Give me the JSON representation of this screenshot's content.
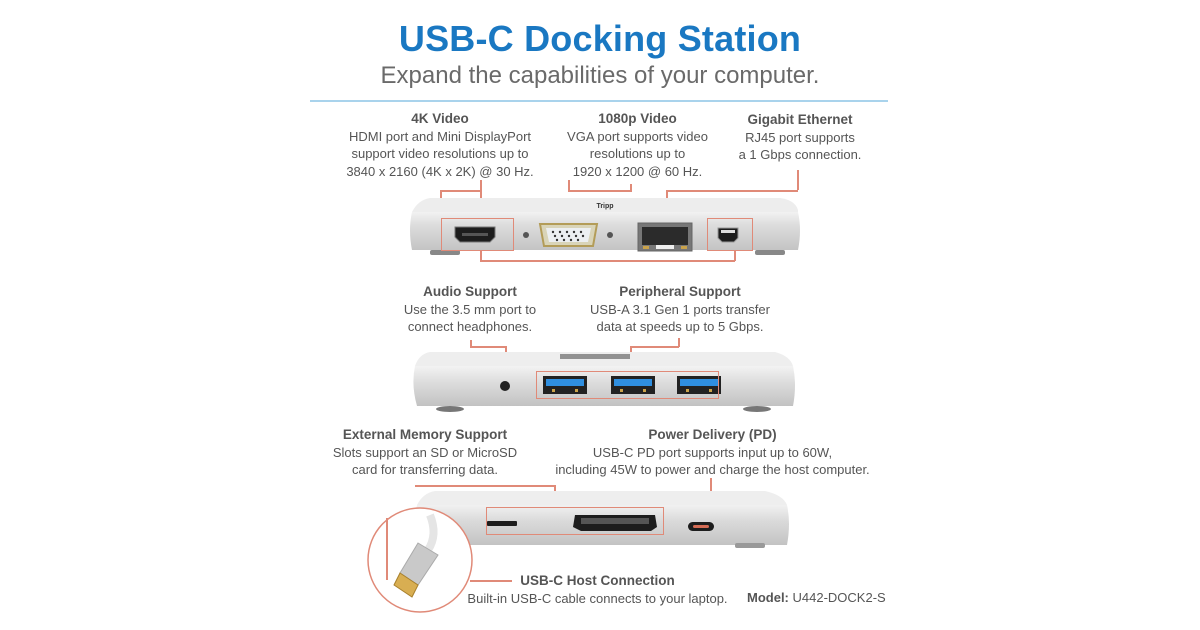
{
  "header": {
    "title": "USB-C Docking Station",
    "subtitle": "Expand the capabilities of your computer."
  },
  "colors": {
    "title": "#1a78c2",
    "rule": "#a9d3ec",
    "callout_line": "#e08a78",
    "text": "#555555",
    "usb_blue": "#2f8fe0"
  },
  "callouts": {
    "video_4k": {
      "heading": "4K Video",
      "lines": [
        "HDMI port and Mini DisplayPort",
        "support video resolutions up to",
        "3840 x 2160 (4K x 2K) @ 30 Hz."
      ]
    },
    "video_1080p": {
      "heading": "1080p Video",
      "lines": [
        "VGA port supports video",
        "resolutions up to",
        "1920 x 1200 @ 60 Hz."
      ]
    },
    "ethernet": {
      "heading": "Gigabit Ethernet",
      "lines": [
        "RJ45 port supports",
        "a 1 Gbps connection."
      ]
    },
    "audio": {
      "heading": "Audio Support",
      "lines": [
        "Use the 3.5 mm port to",
        "connect headphones."
      ]
    },
    "peripheral": {
      "heading": "Peripheral Support",
      "lines": [
        "USB-A 3.1 Gen 1 ports transfer",
        "data at speeds up to 5 Gbps."
      ]
    },
    "memory": {
      "heading": "External Memory Support",
      "lines": [
        "Slots support an SD or MicroSD",
        "card for transferring data."
      ]
    },
    "power": {
      "heading": "Power Delivery (PD)",
      "lines": [
        "USB-C PD port supports input up to 60W,",
        "including 45W to power and charge the host computer."
      ]
    },
    "host": {
      "heading": "USB-C Host Connection",
      "lines": [
        "Built-in USB-C cable connects to your laptop."
      ]
    }
  },
  "model": {
    "label": "Model:",
    "value": "U442-DOCK2-S"
  },
  "icons": {
    "dock_front": "docking-station-front-view",
    "dock_side": "docking-station-side-view",
    "dock_back": "docking-station-back-view",
    "cable": "usb-c-cable-connector"
  }
}
